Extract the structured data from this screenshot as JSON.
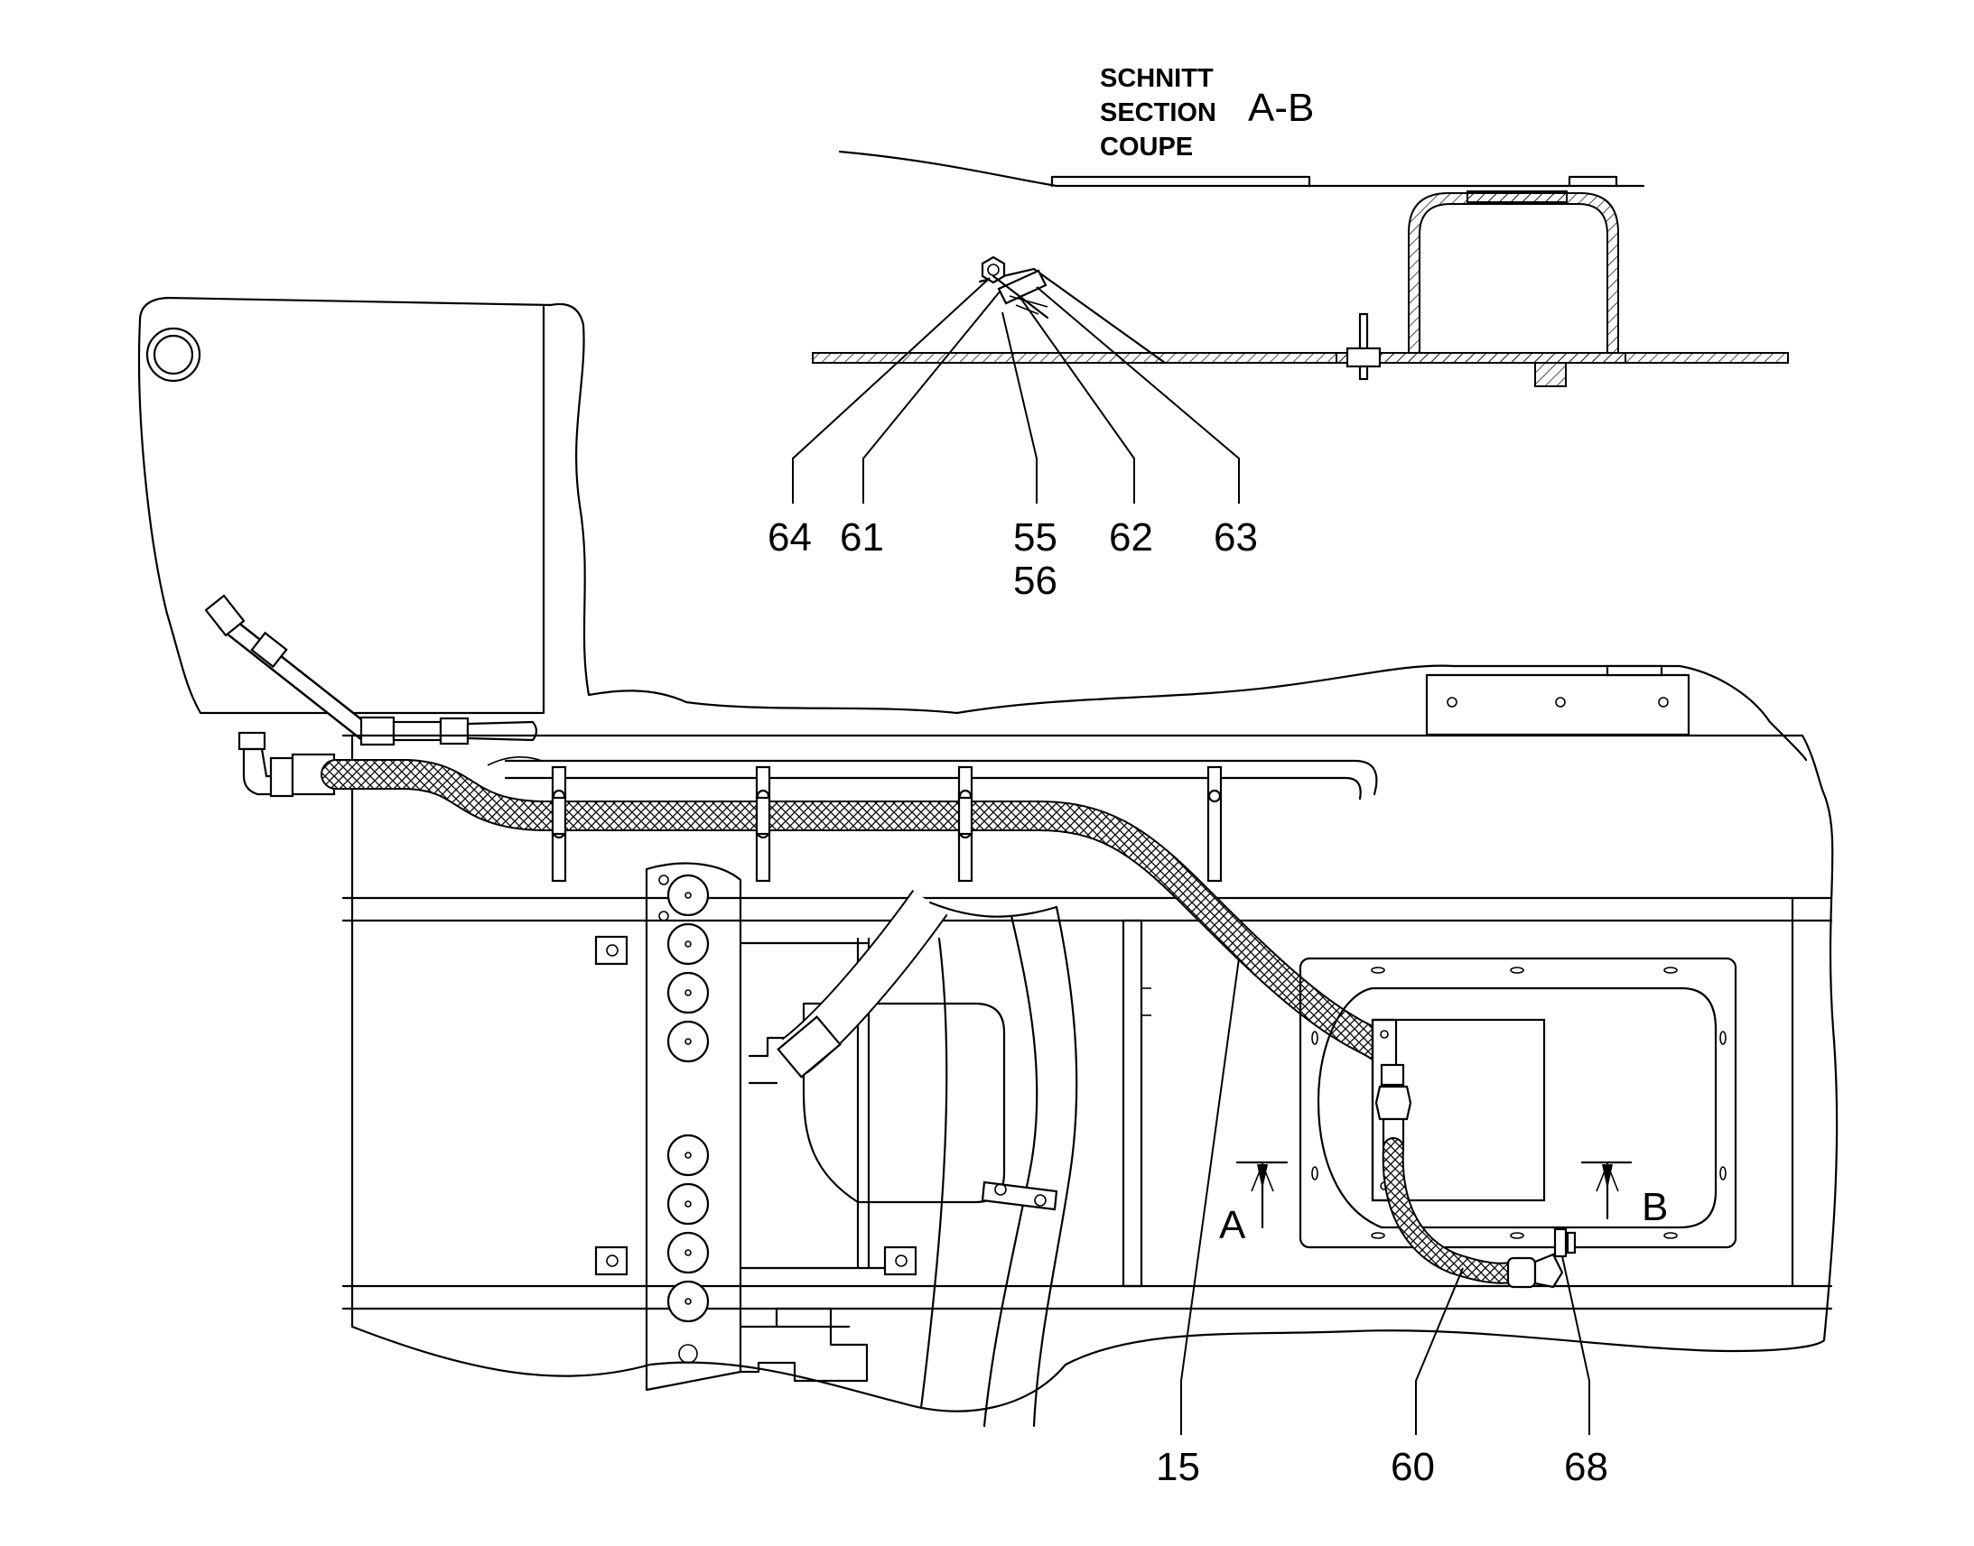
{
  "section_title": {
    "line1": "SCHNITT",
    "line2": "SECTION",
    "line3": "COUPE",
    "id": "A-B"
  },
  "callouts": {
    "c64": "64",
    "c61": "61",
    "c55": "55",
    "c56": "56",
    "c62": "62",
    "c63": "63",
    "c15": "15",
    "c60": "60",
    "c68": "68"
  },
  "section_markers": {
    "a": "A",
    "b": "B"
  },
  "colors": {
    "line": "#000000",
    "background": "#ffffff"
  }
}
